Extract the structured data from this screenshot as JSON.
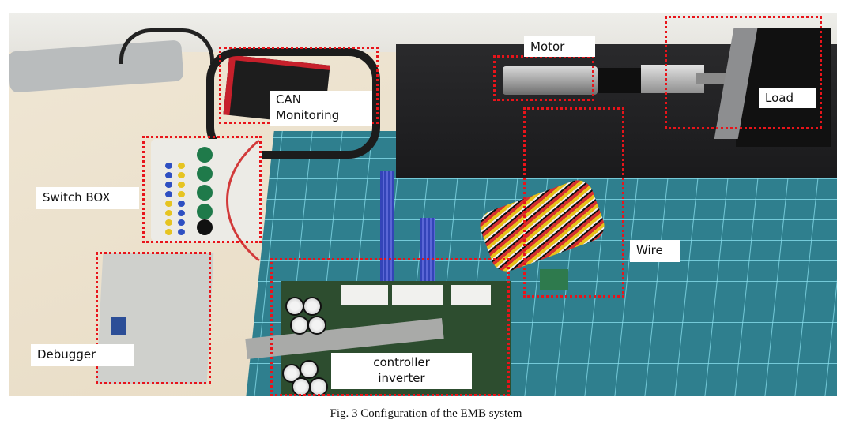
{
  "figure": {
    "caption": "Fig.  3 Configuration of the EMB system",
    "photo_description": "Experimental bench setup of an electro-mechanical brake (EMB) system on a teal cutting mat",
    "annotations": [
      {
        "id": "can-monitoring",
        "label": "CAN Monitoring",
        "lines": [
          "CAN",
          "Monitoring"
        ]
      },
      {
        "id": "motor",
        "label": "Motor",
        "lines": [
          "Motor"
        ]
      },
      {
        "id": "load",
        "label": "Load",
        "lines": [
          "Load"
        ]
      },
      {
        "id": "switch-box",
        "label": "Switch BOX",
        "lines": [
          "Switch BOX"
        ]
      },
      {
        "id": "wire",
        "label": "Wire",
        "lines": [
          "Wire"
        ]
      },
      {
        "id": "debugger",
        "label": "Debugger",
        "lines": [
          "Debugger"
        ]
      },
      {
        "id": "controller-inverter",
        "label": "controller inverter",
        "lines": [
          "controller",
          "inverter"
        ]
      }
    ],
    "colors": {
      "annotation_box": "#e8141a",
      "label_bg": "#ffffff",
      "mat": "#2f7f8e",
      "desk": "#e9dfcc"
    }
  }
}
